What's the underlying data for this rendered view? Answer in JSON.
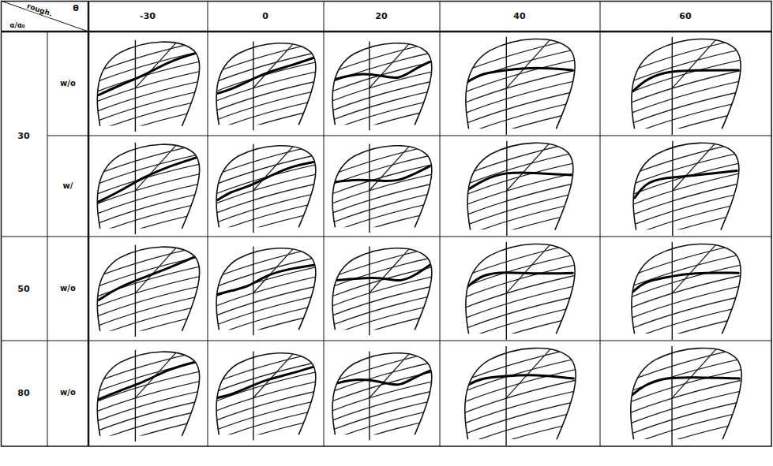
{
  "diagram": {
    "labels": [
      "θ",
      "rough.",
      "α/α₀",
      "-30",
      "0",
      "20",
      "40",
      "60",
      "30",
      "w/o",
      "w/",
      "50",
      "w/o",
      "80",
      "w/o"
    ]
  }
}
